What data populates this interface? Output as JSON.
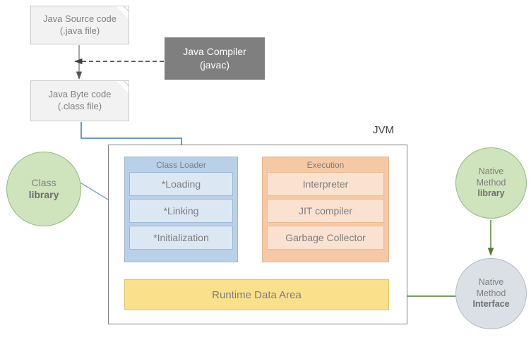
{
  "diagram": {
    "title_label": "JVM",
    "nodes": {
      "java_source": {
        "line1": "Java Source code",
        "line2": "(.java file)"
      },
      "java_compiler": {
        "line1": "Java Compiler",
        "line2": "(javac)"
      },
      "java_bytecode": {
        "line1": "Java Byte code",
        "line2": "(.class file)"
      },
      "class_library": {
        "line1": "Class",
        "line2": "library"
      },
      "native_method_library": {
        "line1": "Native",
        "line2": "Method",
        "line3": "library"
      },
      "native_method_interface": {
        "line1": "Native",
        "line2": "Method",
        "line3": "Interface"
      },
      "runtime_data_area": {
        "label": "Runtime Data Area"
      }
    },
    "class_loader": {
      "title": "Class Loader",
      "items": [
        {
          "label": "*Loading"
        },
        {
          "label": "*Linking"
        },
        {
          "label": "*Initialization"
        }
      ]
    },
    "execution": {
      "title": "Execution",
      "items": [
        {
          "label": "Interpreter"
        },
        {
          "label": "JIT compiler"
        },
        {
          "label": "Garbage Collector"
        }
      ]
    },
    "colors": {
      "document_fill": "#f2f2f2",
      "document_stroke": "#c9c9c9",
      "compiler_fill": "#7f7f7f",
      "compiler_text": "#ffffff",
      "class_loader_fill": "#b9d0e8",
      "class_loader_sub_fill": "#dce7f4",
      "execution_fill": "#f5c9a6",
      "execution_sub_fill": "#fbe2d0",
      "runtime_fill": "#fbe08c",
      "runtime_stroke": "#e8c36a",
      "green_circle_fill": "#cfe3bd",
      "green_circle_stroke": "#93b97a",
      "gray_circle_fill": "#dbe0e6",
      "gray_circle_stroke": "#b2bcc6",
      "blue_arrow": "#4a81b4",
      "green_arrow": "#4f7a35",
      "dark_arrow": "#404040",
      "text_gray": "#808080"
    }
  }
}
